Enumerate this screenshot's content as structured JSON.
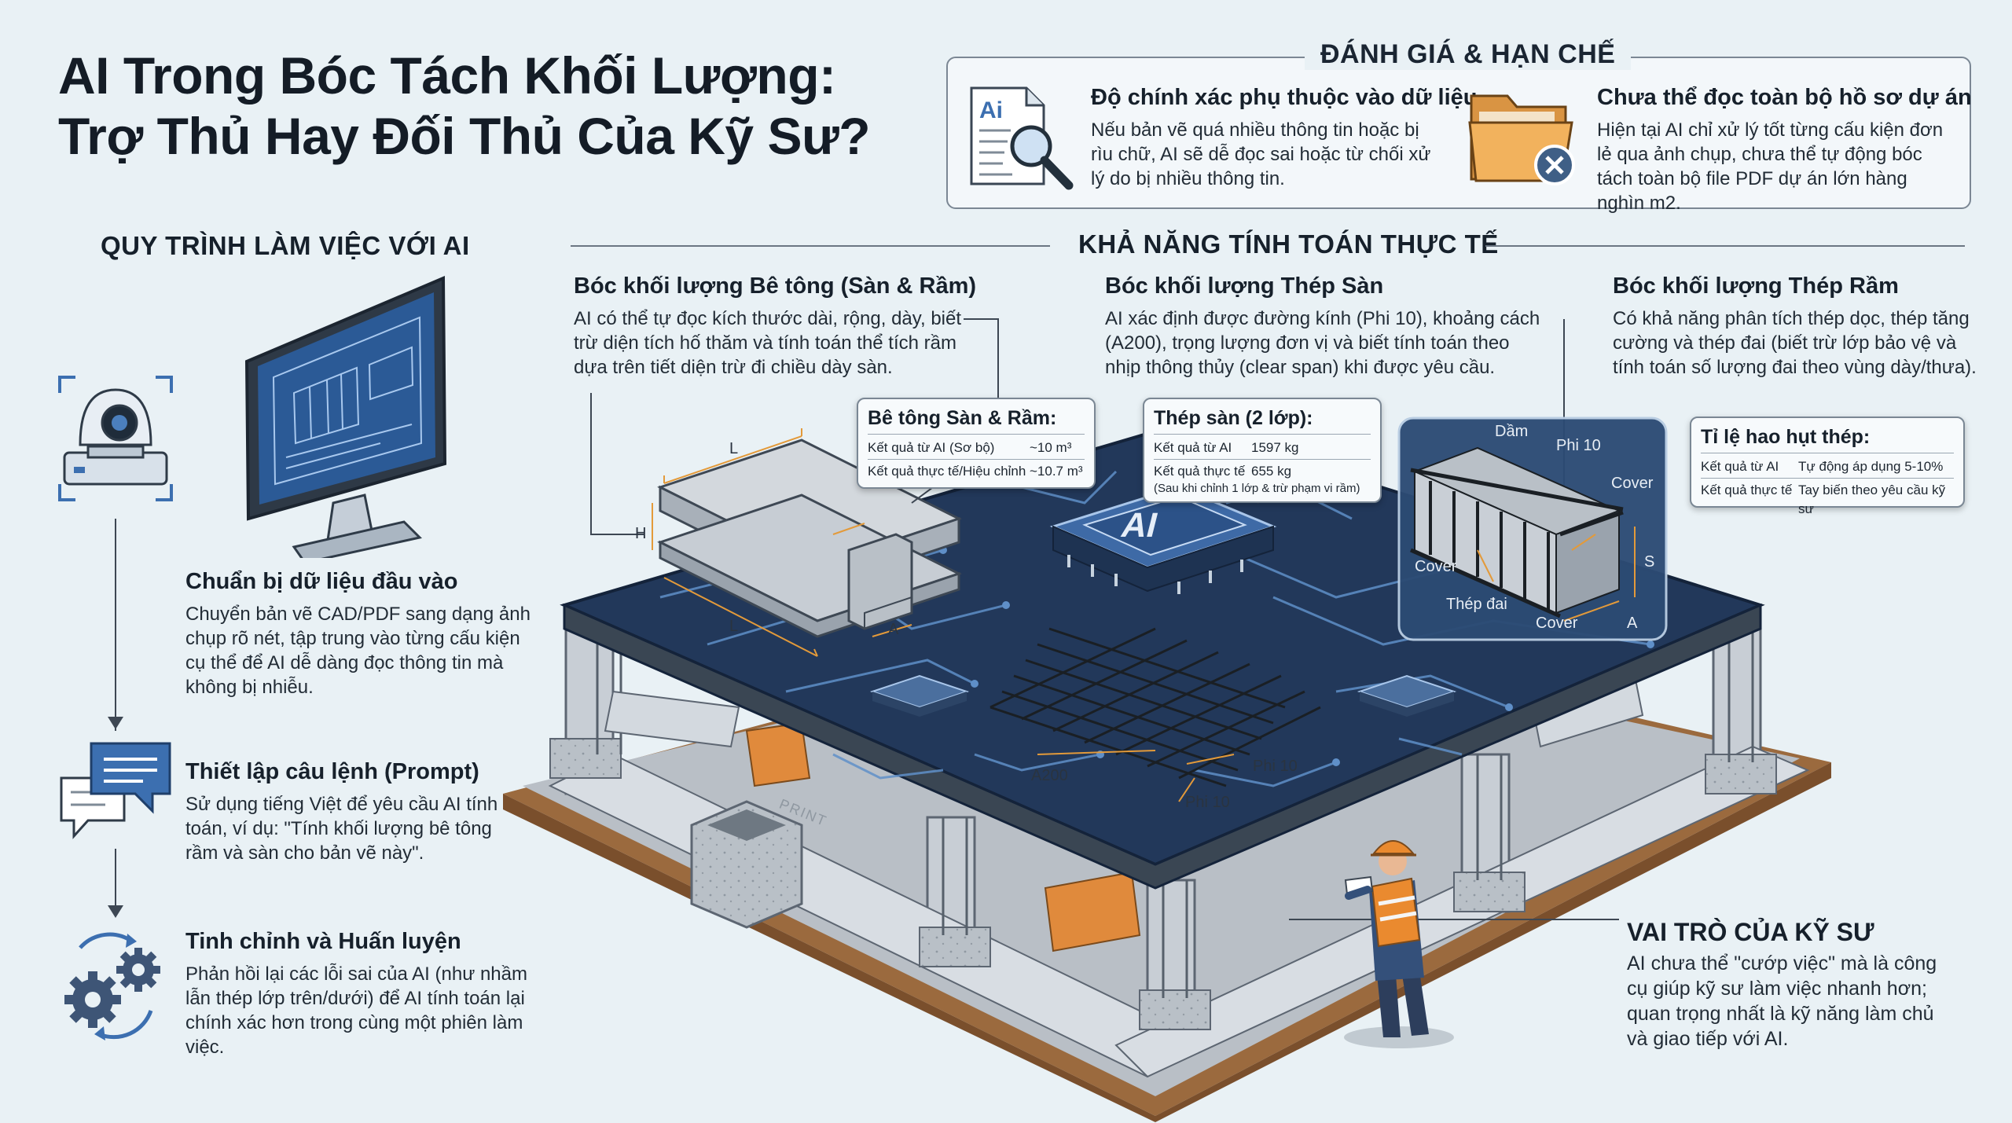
{
  "title": {
    "line1": "AI Trong Bóc Tách Khối Lượng:",
    "line2": "Trợ Thủ Hay Đối Thủ Của Kỹ Sư?"
  },
  "evaluation": {
    "heading": "ĐÁNH GIÁ & HẠN CHẾ",
    "items": [
      {
        "title": "Độ chính xác phụ thuộc vào dữ liệu",
        "text": "Nếu bản vẽ quá nhiều thông tin hoặc bị rìu chữ, AI sẽ dễ đọc sai hoặc từ chối xử lý do bị nhiều thông tin.",
        "icon": "ai-document-magnifier-icon"
      },
      {
        "title": "Chưa thể đọc toàn bộ hồ sơ dự án",
        "text": "Hiện tại AI chỉ xử lý tốt từng cấu kiện đơn lẻ qua ảnh chụp, chưa thể tự động bóc tách toàn bộ file PDF dự án lớn hàng nghìn m2.",
        "icon": "folder-error-icon"
      }
    ]
  },
  "workflow": {
    "heading": "QUY TRÌNH LÀM VIỆC VỚI AI",
    "steps": [
      {
        "title": "Chuẩn bị dữ liệu đầu vào",
        "text": "Chuyển bản vẽ CAD/PDF sang dạng ảnh chụp rõ nét, tập trung vào từng cấu kiện cụ thể để AI dễ dàng đọc thông tin mà không bị nhiễu.",
        "icon": "camera-icon"
      },
      {
        "title": "Thiết lập câu lệnh (Prompt)",
        "text": "Sử dụng tiếng Việt để yêu cầu AI tính toán, ví dụ: \"Tính khối lượng bê tông rầm và sàn cho bản vẽ này\".",
        "icon": "chat-bubbles-icon"
      },
      {
        "title": "Tinh chỉnh và Huấn luyện",
        "text": "Phản hồi lại các lỗi sai của AI (như nhầm lẫn thép lớp trên/dưới) để AI tính toán lại chính xác hơn trong cùng một phiên làm việc.",
        "icon": "gears-icon"
      }
    ]
  },
  "capability": {
    "heading": "KHẢ NĂNG TÍNH TOÁN THỰC TẾ",
    "columns": [
      {
        "title": "Bóc khối lượng Bê tông (Sàn & Rầm)",
        "text": "AI có thể tự đọc kích thước dài, rộng, dày, biết trừ diện tích hố thăm và tính toán thể tích rầm dựa trên tiết diện trừ đi chiều dày sàn."
      },
      {
        "title": "Bóc khối lượng Thép Sàn",
        "text": "AI xác định được đường kính (Phi 10), khoảng cách (A200), trọng lượng đơn vị và biết tính toán theo nhịp thông thủy (clear span) khi được yêu cầu."
      },
      {
        "title": "Bóc khối lượng Thép Rầm",
        "text": "Có khả năng phân tích thép dọc, thép tăng cường và thép đai (biết trừ lớp bảo vệ và tính toán số lượng đai theo vùng dày/thưa)."
      }
    ]
  },
  "cards": {
    "concrete": {
      "title": "Bê tông Sàn & Rầm:",
      "r1_label": "Kết quả từ AI (Sơ bộ)",
      "r1_value": "~10 m³",
      "r2_label": "Kết quả thực tế/Hiệu chỉnh",
      "r2_value": "~10.7 m³"
    },
    "slab_steel": {
      "title": "Thép sàn (2 lớp):",
      "r1_label": "Kết quả từ AI",
      "r1_value": "1597 kg",
      "r2_label": "Kết quả thực tế",
      "r2_value": "655 kg",
      "note": "(Sau khi chỉnh 1 lớp & trừ phạm vi rầm)"
    },
    "beam_steel": {
      "title": "Tỉ lệ hao hụt thép:",
      "r1_label": "Kết quả từ AI",
      "r1_value": "Tự động áp dụng 5-10%",
      "r2_label": "Kết quả thực tế",
      "r2_value": "Tay biến theo yêu cầu kỹ sư"
    }
  },
  "labels": {
    "L1": "L",
    "H": "H",
    "L2": "L",
    "A1": "A",
    "ai_chip": "AI",
    "a200": "A200",
    "phi10a": "Phi 10",
    "phi10b": "Phi 10",
    "dam": "Dầm",
    "phi10c": "Phi 10",
    "cover1": "Cover",
    "cover2": "Cover",
    "cover3": "Cover",
    "thep_dai": "Thép đai",
    "S": "S",
    "A2": "A",
    "print": "PRINT"
  },
  "engineer": {
    "heading": "VAI TRÒ CỦA KỸ SƯ",
    "text": "AI chưa thể \"cướp việc\" mà là công cụ giúp kỹ sư làm việc nhanh hơn; quan trọng nhất là kỹ năng làm chủ và giao tiếp với AI."
  },
  "colors": {
    "slab": "#223a5c",
    "circuit": "#5f8fc8",
    "accent_orange": "#e38a35",
    "bg": "#e9f1f5"
  }
}
